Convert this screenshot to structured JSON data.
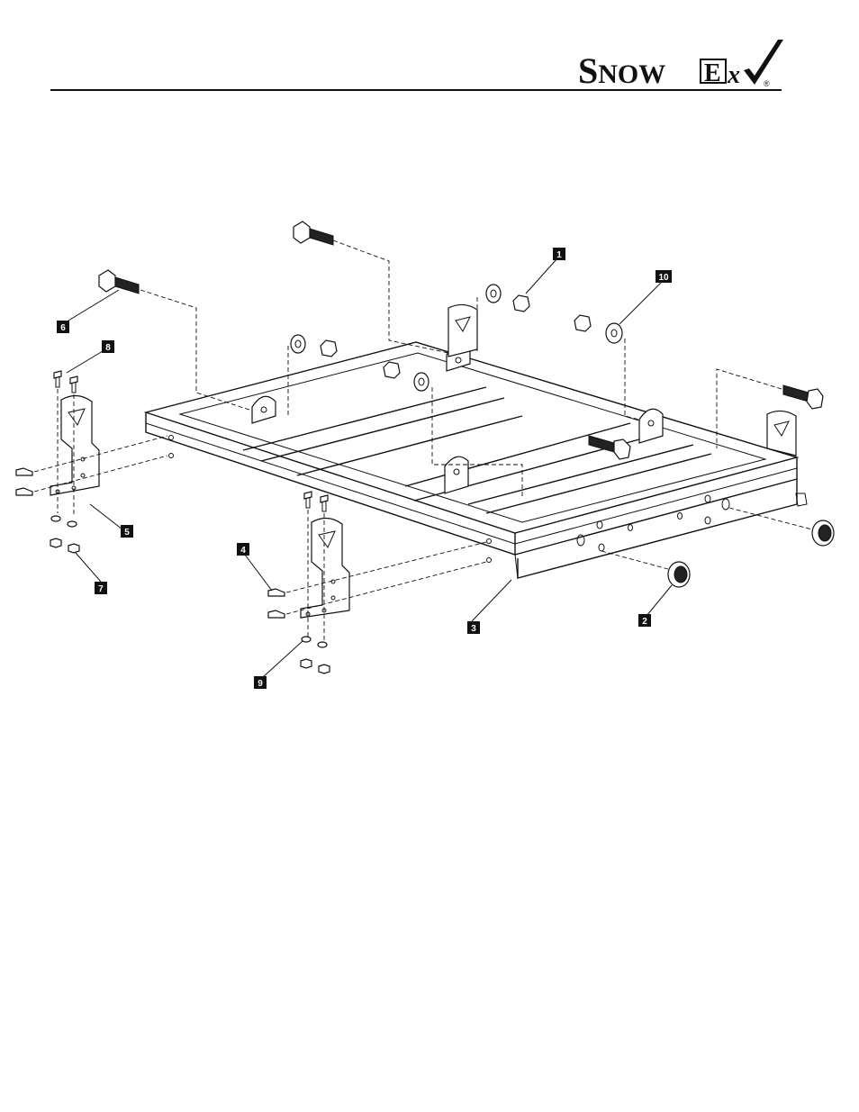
{
  "header": {
    "logo_text": "SnowEx",
    "registered_mark": "®"
  },
  "callouts": [
    {
      "id": "callout-1",
      "label": "1"
    },
    {
      "id": "callout-2",
      "label": "2"
    },
    {
      "id": "callout-3",
      "label": "3"
    },
    {
      "id": "callout-4",
      "label": "4"
    },
    {
      "id": "callout-5",
      "label": "5"
    },
    {
      "id": "callout-6",
      "label": "6"
    },
    {
      "id": "callout-7",
      "label": "7"
    },
    {
      "id": "callout-8",
      "label": "8"
    },
    {
      "id": "callout-9",
      "label": "9"
    },
    {
      "id": "callout-10",
      "label": "10"
    }
  ]
}
